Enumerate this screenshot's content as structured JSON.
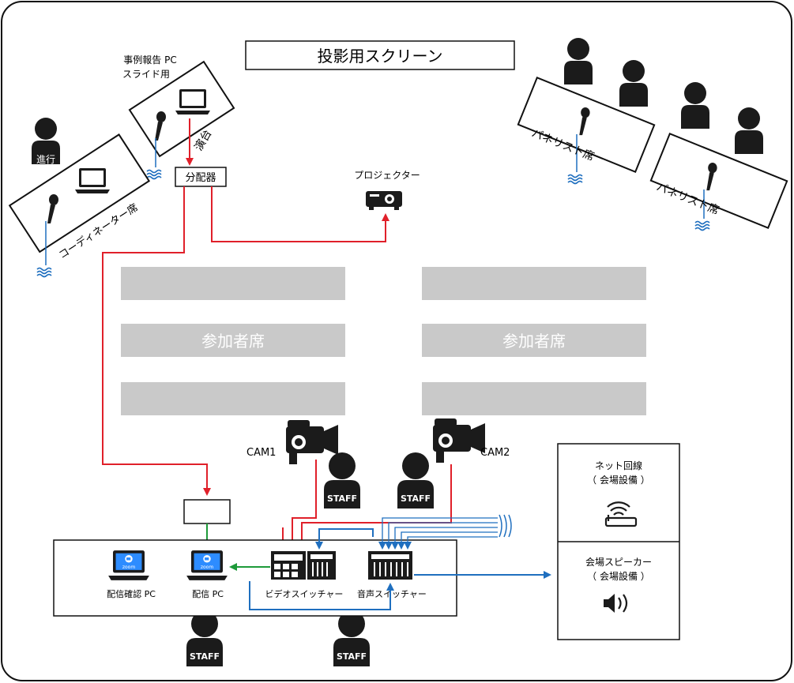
{
  "screen_label": "投影用スクリーン",
  "presenter": {
    "label_line1": "事例報告 PC",
    "label_line2": "スライド用",
    "podium": "演台"
  },
  "moderator": {
    "label": "進行",
    "desk": "コーディネーター席"
  },
  "distributor": "分配器",
  "projector": "プロジェクター",
  "panelist_desk": "パネリスト席",
  "audience": {
    "label": "参加者席"
  },
  "cams": {
    "cam1": "CAM1",
    "cam2": "CAM2"
  },
  "staff_label": "STAFF",
  "rack": {
    "confirm_pc": "配信確認 PC",
    "stream_pc": "配信 PC",
    "video_switcher": "ビデオスイッチャー",
    "audio_switcher": "音声スイッチャー",
    "screen_text": "zoom"
  },
  "venue": {
    "net_line1": "ネット回線",
    "net_line2": "（ 会場設備 ）",
    "spk_line1": "会場スピーカー",
    "spk_line2": "（ 会場設備 ）"
  },
  "colors": {
    "video": "#e0202a",
    "audio": "#1f6fbf",
    "pc": "#1e9a3a",
    "seat": "#c9c9c9",
    "wave": "#1f6fbf"
  }
}
